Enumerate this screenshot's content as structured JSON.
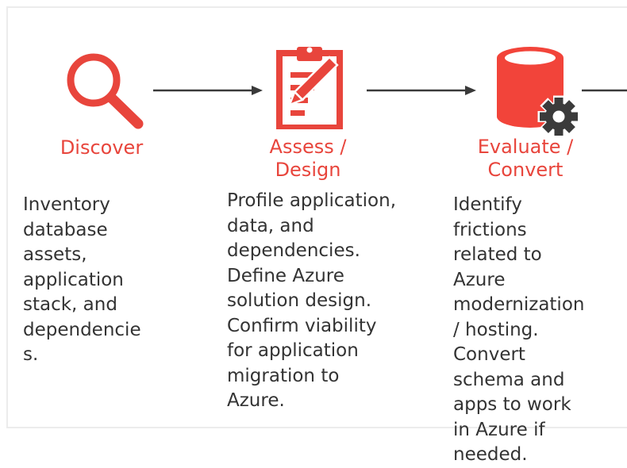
{
  "steps": [
    {
      "icon": "magnifier-icon",
      "title_lines": [
        "Discover"
      ],
      "desc_lines": [
        "Inventory",
        "database",
        "assets,",
        "application",
        "stack, and",
        "dependencie",
        "s."
      ]
    },
    {
      "icon": "clipboard-pencil-icon",
      "title_lines": [
        "Assess /",
        "Design"
      ],
      "desc_lines": [
        "Profile application,",
        "data, and",
        "dependencies.",
        "Define Azure",
        "solution design.",
        "Confirm viability",
        "for application",
        "migration to",
        "Azure."
      ]
    },
    {
      "icon": "database-gear-icon",
      "title_lines": [
        "Evaluate /",
        "Convert"
      ],
      "desc_lines": [
        "Identify",
        "frictions",
        "related to",
        "Azure",
        "modernization",
        "/ hosting.",
        "Convert",
        "schema and",
        "apps to work",
        "in Azure if",
        "needed."
      ]
    }
  ],
  "colors": {
    "accent": "#e8453c",
    "text": "#333333",
    "arrow": "#3a3a3a",
    "gear": "#3b3b3b"
  }
}
